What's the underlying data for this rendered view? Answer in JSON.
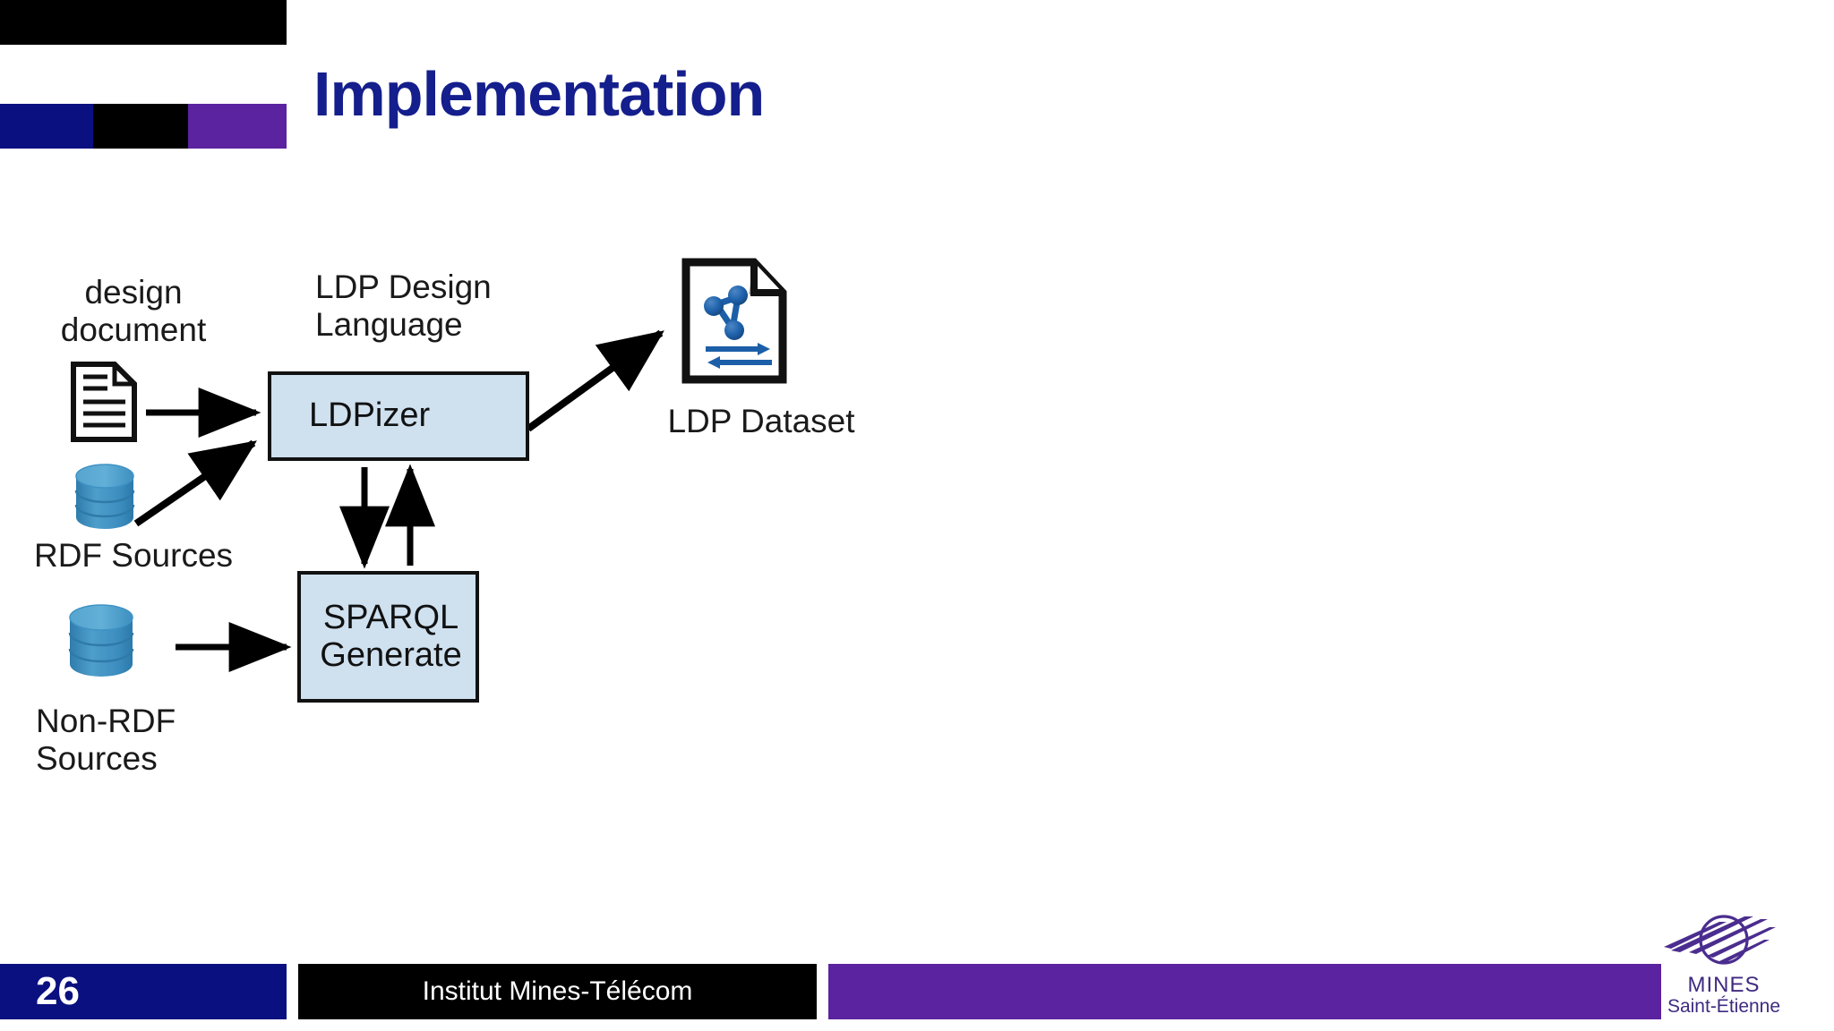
{
  "slide": {
    "title": "Implementation",
    "title_color": "#141e8c"
  },
  "header": {
    "blocks": [
      {
        "name": "blue",
        "color": "#0b1080"
      },
      {
        "name": "black",
        "color": "#000000"
      },
      {
        "name": "purple",
        "color": "#5c23a0"
      }
    ],
    "top_block_color": "#000000"
  },
  "diagram": {
    "labels": {
      "design_document": "design\ndocument",
      "ldp_design_language": "LDP Design\nLanguage",
      "rdf_sources": "RDF Sources",
      "non_rdf_sources": "Non-RDF\nSources",
      "ldp_dataset": "LDP Dataset"
    },
    "boxes": {
      "ldpizer": "LDPizer",
      "sparql_generate": "SPARQL\nGenerate"
    },
    "box_fill": "#cfe0ef",
    "box_stroke": "#111111",
    "cylinder_color": "#3d8ec0",
    "graph_node_color": "#1c5fa8",
    "arrow_color": "#000000"
  },
  "footer": {
    "page_number": "26",
    "institute": "Institut Mines-Télécom",
    "blue_color": "#0b1080",
    "black_color": "#000000",
    "purple_color": "#5c23a0",
    "logo": {
      "line1": "MINES",
      "line2": "Saint-Étienne",
      "color": "#3f2a80"
    }
  }
}
